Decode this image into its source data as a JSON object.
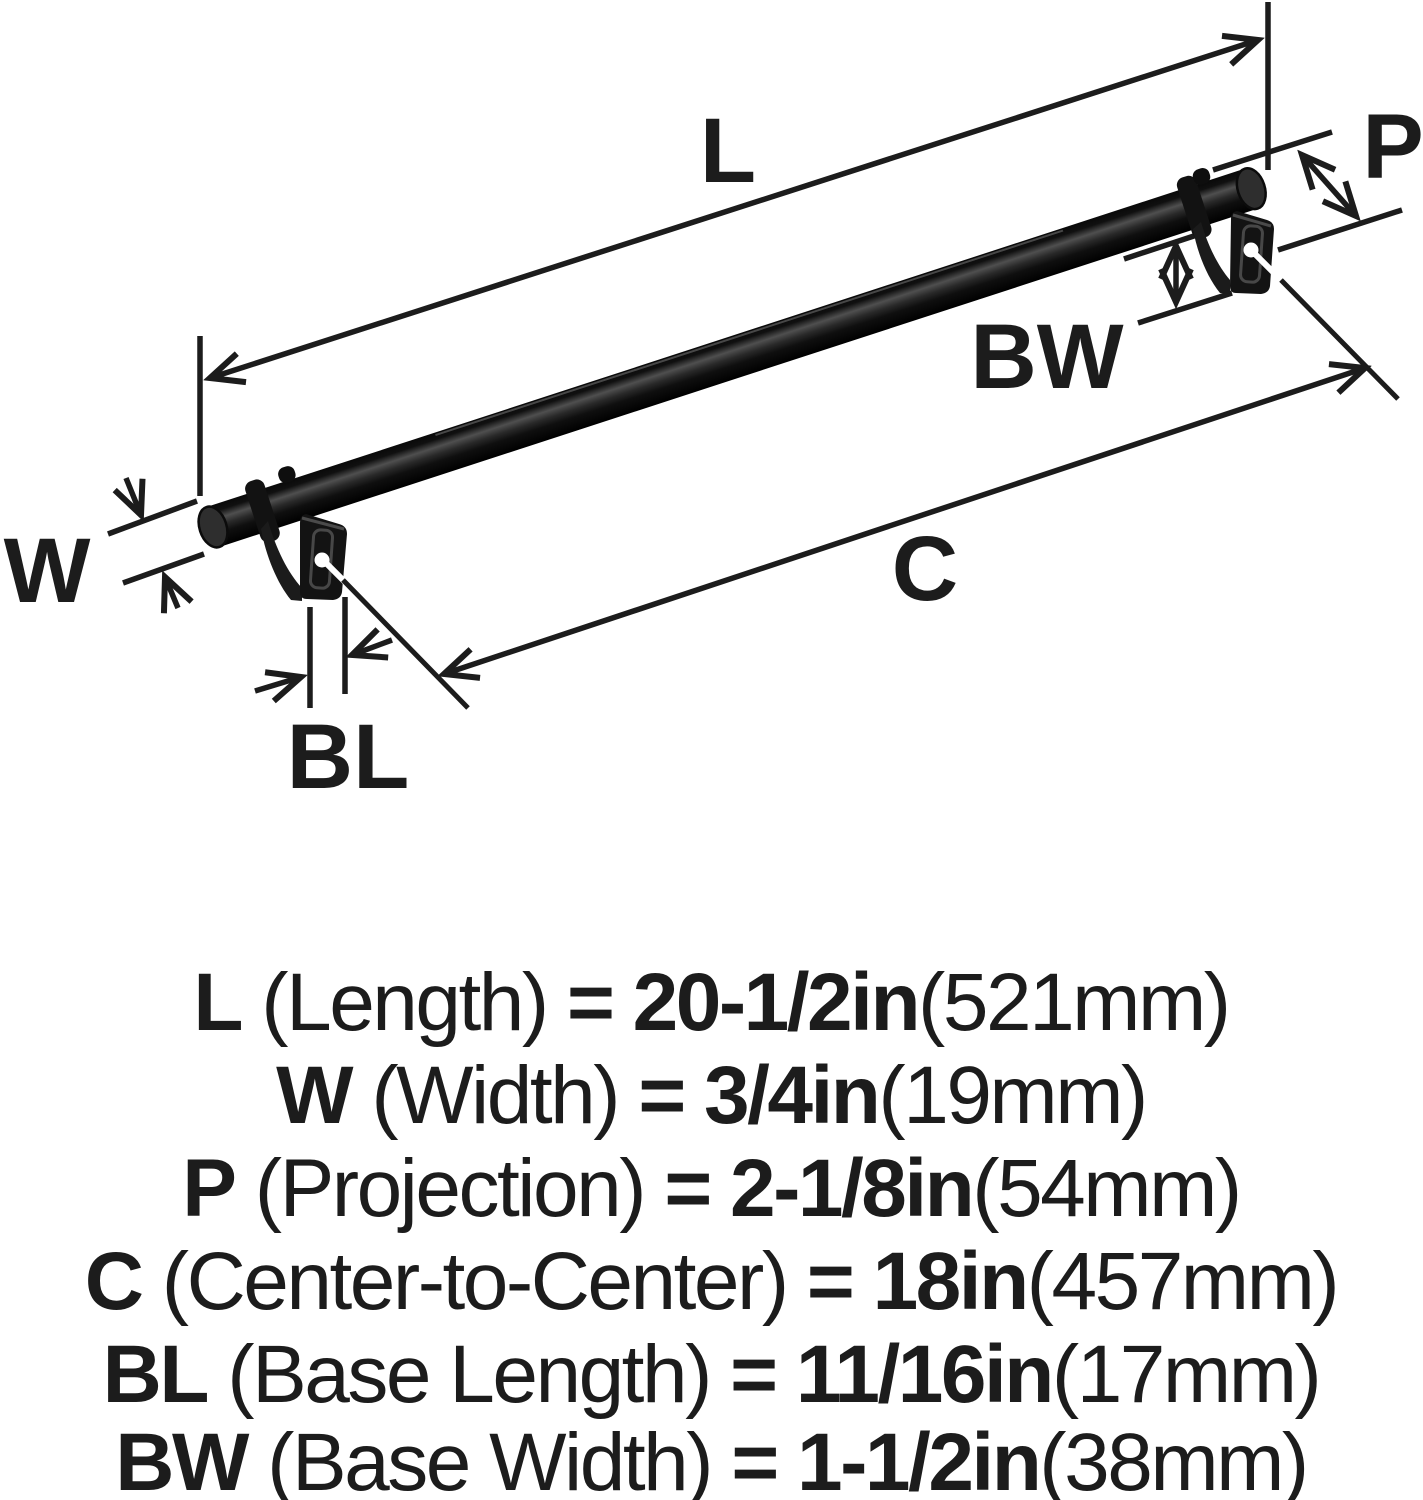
{
  "diagram_labels": {
    "l": "L",
    "p": "P",
    "w": "W",
    "c": "C",
    "bl": "BL",
    "bw": "BW"
  },
  "legend_rows": [
    {
      "code": "L",
      "label": " (Length) ",
      "eq": "=",
      "value": " 20-1/2in",
      "metric": "(521mm)"
    },
    {
      "code": "W",
      "label": " (Width) ",
      "eq": "=",
      "value": " 3/4in",
      "metric": "(19mm)"
    },
    {
      "code": "P",
      "label": " (Projection) ",
      "eq": "=",
      "value": " 2-1/8in",
      "metric": "(54mm)"
    },
    {
      "code": "C",
      "label": " (Center-to-Center) ",
      "eq": "=",
      "value": " 18in",
      "metric": "(457mm)"
    },
    {
      "code": "BL",
      "label": " (Base Length) ",
      "eq": "=",
      "value": " 11/16in",
      "metric": "(17mm)"
    },
    {
      "code": "BW",
      "label": " (Base Width) ",
      "eq": "=",
      "value": " 1-1/2in",
      "metric": "(38mm)"
    }
  ],
  "colors": {
    "ink": "#1c1c1c",
    "white": "#ffffff",
    "bar_highlight": "#555555"
  }
}
